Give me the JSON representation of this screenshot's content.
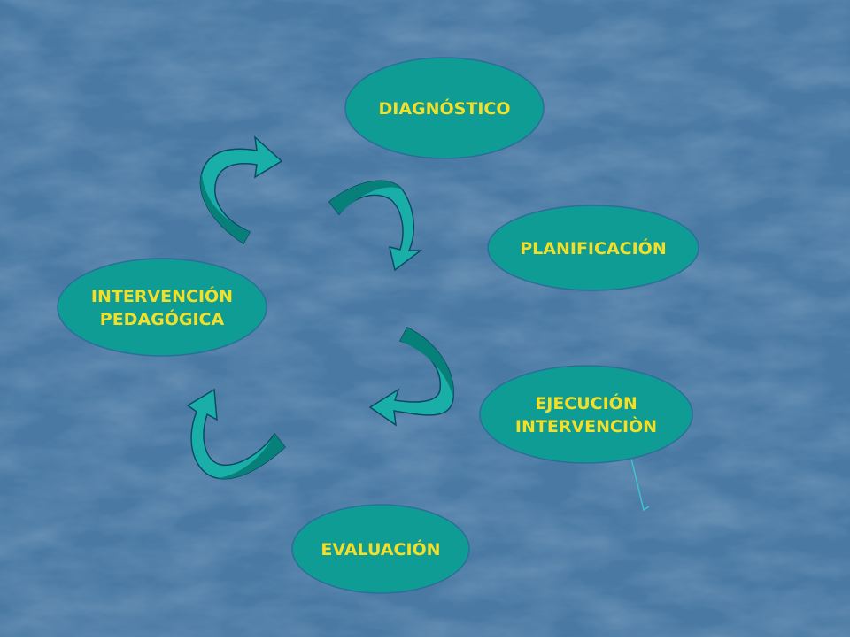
{
  "colors": {
    "background": "#4a7aa4",
    "node_fill": "#0e9c94",
    "node_stroke": "#2c6e9a",
    "node_text": "#f2df2a",
    "arrow_fill": "#1aaea8",
    "arrow_dark": "#07807a",
    "arrow_stroke": "#0b4a63",
    "connector": "#3ac4d0"
  },
  "nodes": {
    "diagnostico": {
      "line1": "DIAGNÓSTICO"
    },
    "planificacion": {
      "line1": "PLANIFICACIÓN"
    },
    "ejecucion": {
      "line1": "EJECUCIÓN",
      "line2": "INTERVENCIÒN"
    },
    "evaluacion": {
      "line1": "EVALUACIÓN"
    },
    "intervencion": {
      "line1": "INTERVENCIÓN",
      "line2": "PEDAGÓGICA"
    }
  },
  "arrows": [
    {
      "name": "arrow-top-right",
      "icon": "curved-arrow-icon"
    },
    {
      "name": "arrow-right",
      "icon": "curved-arrow-icon"
    },
    {
      "name": "arrow-bottom-left",
      "icon": "curved-arrow-icon"
    },
    {
      "name": "arrow-top-left",
      "icon": "curved-arrow-icon"
    }
  ]
}
